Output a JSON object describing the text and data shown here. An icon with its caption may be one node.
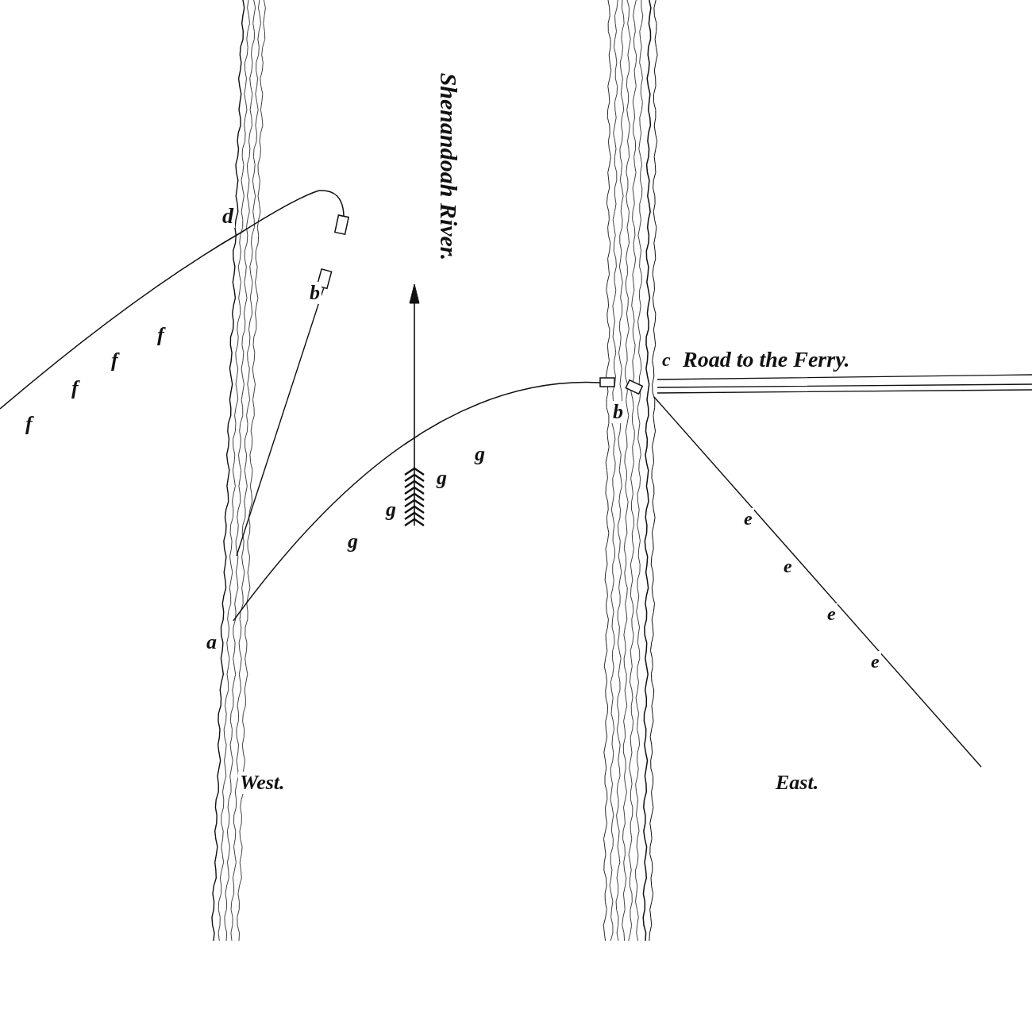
{
  "diagram": {
    "labels": [
      "Shenandoah River.",
      "d",
      "b",
      "f",
      "f",
      "f",
      "f",
      "c",
      "Road to the Ferry.",
      "b",
      "g",
      "g",
      "g",
      "g",
      "e",
      "e",
      "e",
      "e",
      "a",
      "West.",
      "East."
    ]
  }
}
